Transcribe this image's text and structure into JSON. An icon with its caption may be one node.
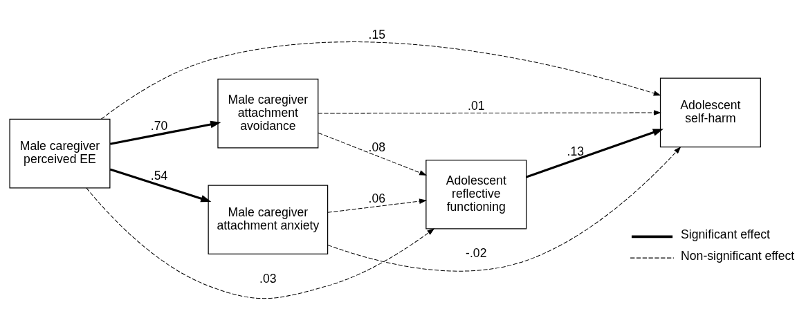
{
  "diagram": {
    "nodes": [
      {
        "text": [
          "Male caregiver perceived EE"
        ]
      },
      {
        "text": [
          "Male caregiver attachment avoidance"
        ]
      },
      {
        "text": [
          "Male caregiver attachment anxiety"
        ]
      },
      {
        "text": [
          "Adolescent reflective functioning"
        ]
      },
      {
        "text": [
          "Adolescent self-harm"
        ]
      }
    ],
    "edges": [
      {
        "from": 0,
        "to": 1,
        "arrow": "to",
        "label": ".70",
        "style": "thick"
      },
      {
        "from": 0,
        "to": 4,
        "arrow": "to",
        "label": ".15",
        "style": "dashed"
      },
      {
        "from": 0,
        "to": 3,
        "arrow": "to",
        "label": ".03",
        "style": "dashed"
      },
      {
        "from": 0,
        "to": 2,
        "arrow": "to",
        "label": ".54",
        "style": "thick"
      },
      {
        "from": 1,
        "to": 4,
        "arrow": "to",
        "label": ".01",
        "style": "dashed"
      },
      {
        "from": 1,
        "to": 3,
        "arrow": "to",
        "label": ".08",
        "style": "dashed"
      },
      {
        "from": 3,
        "to": 4,
        "arrow": "to",
        "label": ".13",
        "style": "thick"
      },
      {
        "from": 2,
        "to": 3,
        "arrow": "to",
        "label": ".06",
        "style": "dashed"
      },
      {
        "from": 2,
        "to": 4,
        "arrow": "to",
        "label": "-.02",
        "style": "dashed"
      }
    ],
    "legend": [
      {
        "text": "Significant effect"
      },
      {
        "text": "Non-significant effect"
      }
    ]
  }
}
